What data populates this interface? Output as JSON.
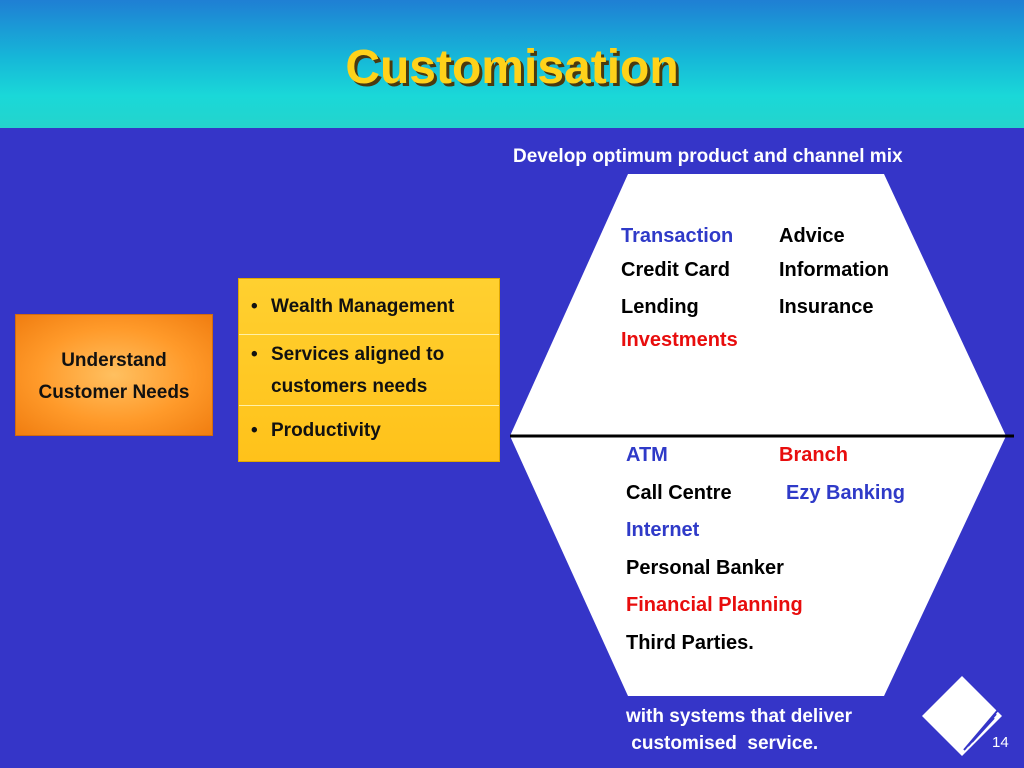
{
  "slide": {
    "title": "Customisation",
    "page_number": "14"
  },
  "top_caption": "Develop optimum product  and channel mix",
  "needs_box": {
    "line1": "Understand",
    "line2": "Customer Needs"
  },
  "list": {
    "bullet": "•",
    "items": [
      {
        "line1": "Wealth Management"
      },
      {
        "line1": "Services aligned to",
        "line2": "customers needs"
      },
      {
        "line1": "Productivity"
      }
    ]
  },
  "products": {
    "transaction": "Transaction",
    "advice": "Advice",
    "credit_card": "Credit Card",
    "information": "Information",
    "lending": "Lending",
    "insurance": "Insurance",
    "investments": "Investments"
  },
  "channels": {
    "atm": "ATM",
    "branch": "Branch",
    "call_centre": "Call Centre",
    "ezy_banking": "Ezy Banking",
    "internet": "Internet",
    "personal_banker": "Personal Banker",
    "financial_planning": "Financial Planning",
    "third_parties": "Third Parties."
  },
  "bottom_caption": {
    "line1": "with systems that deliver",
    "line2": " customised  service."
  },
  "colors": {
    "background": "#3535c8",
    "title": "#ffd21a",
    "highlight_blue": "#2f3ac8",
    "highlight_red": "#e80d0d",
    "needs_box": "#ff9a2a",
    "list_box": "#ffc21a"
  },
  "icons": {
    "logo": "diamond-logo-icon"
  }
}
